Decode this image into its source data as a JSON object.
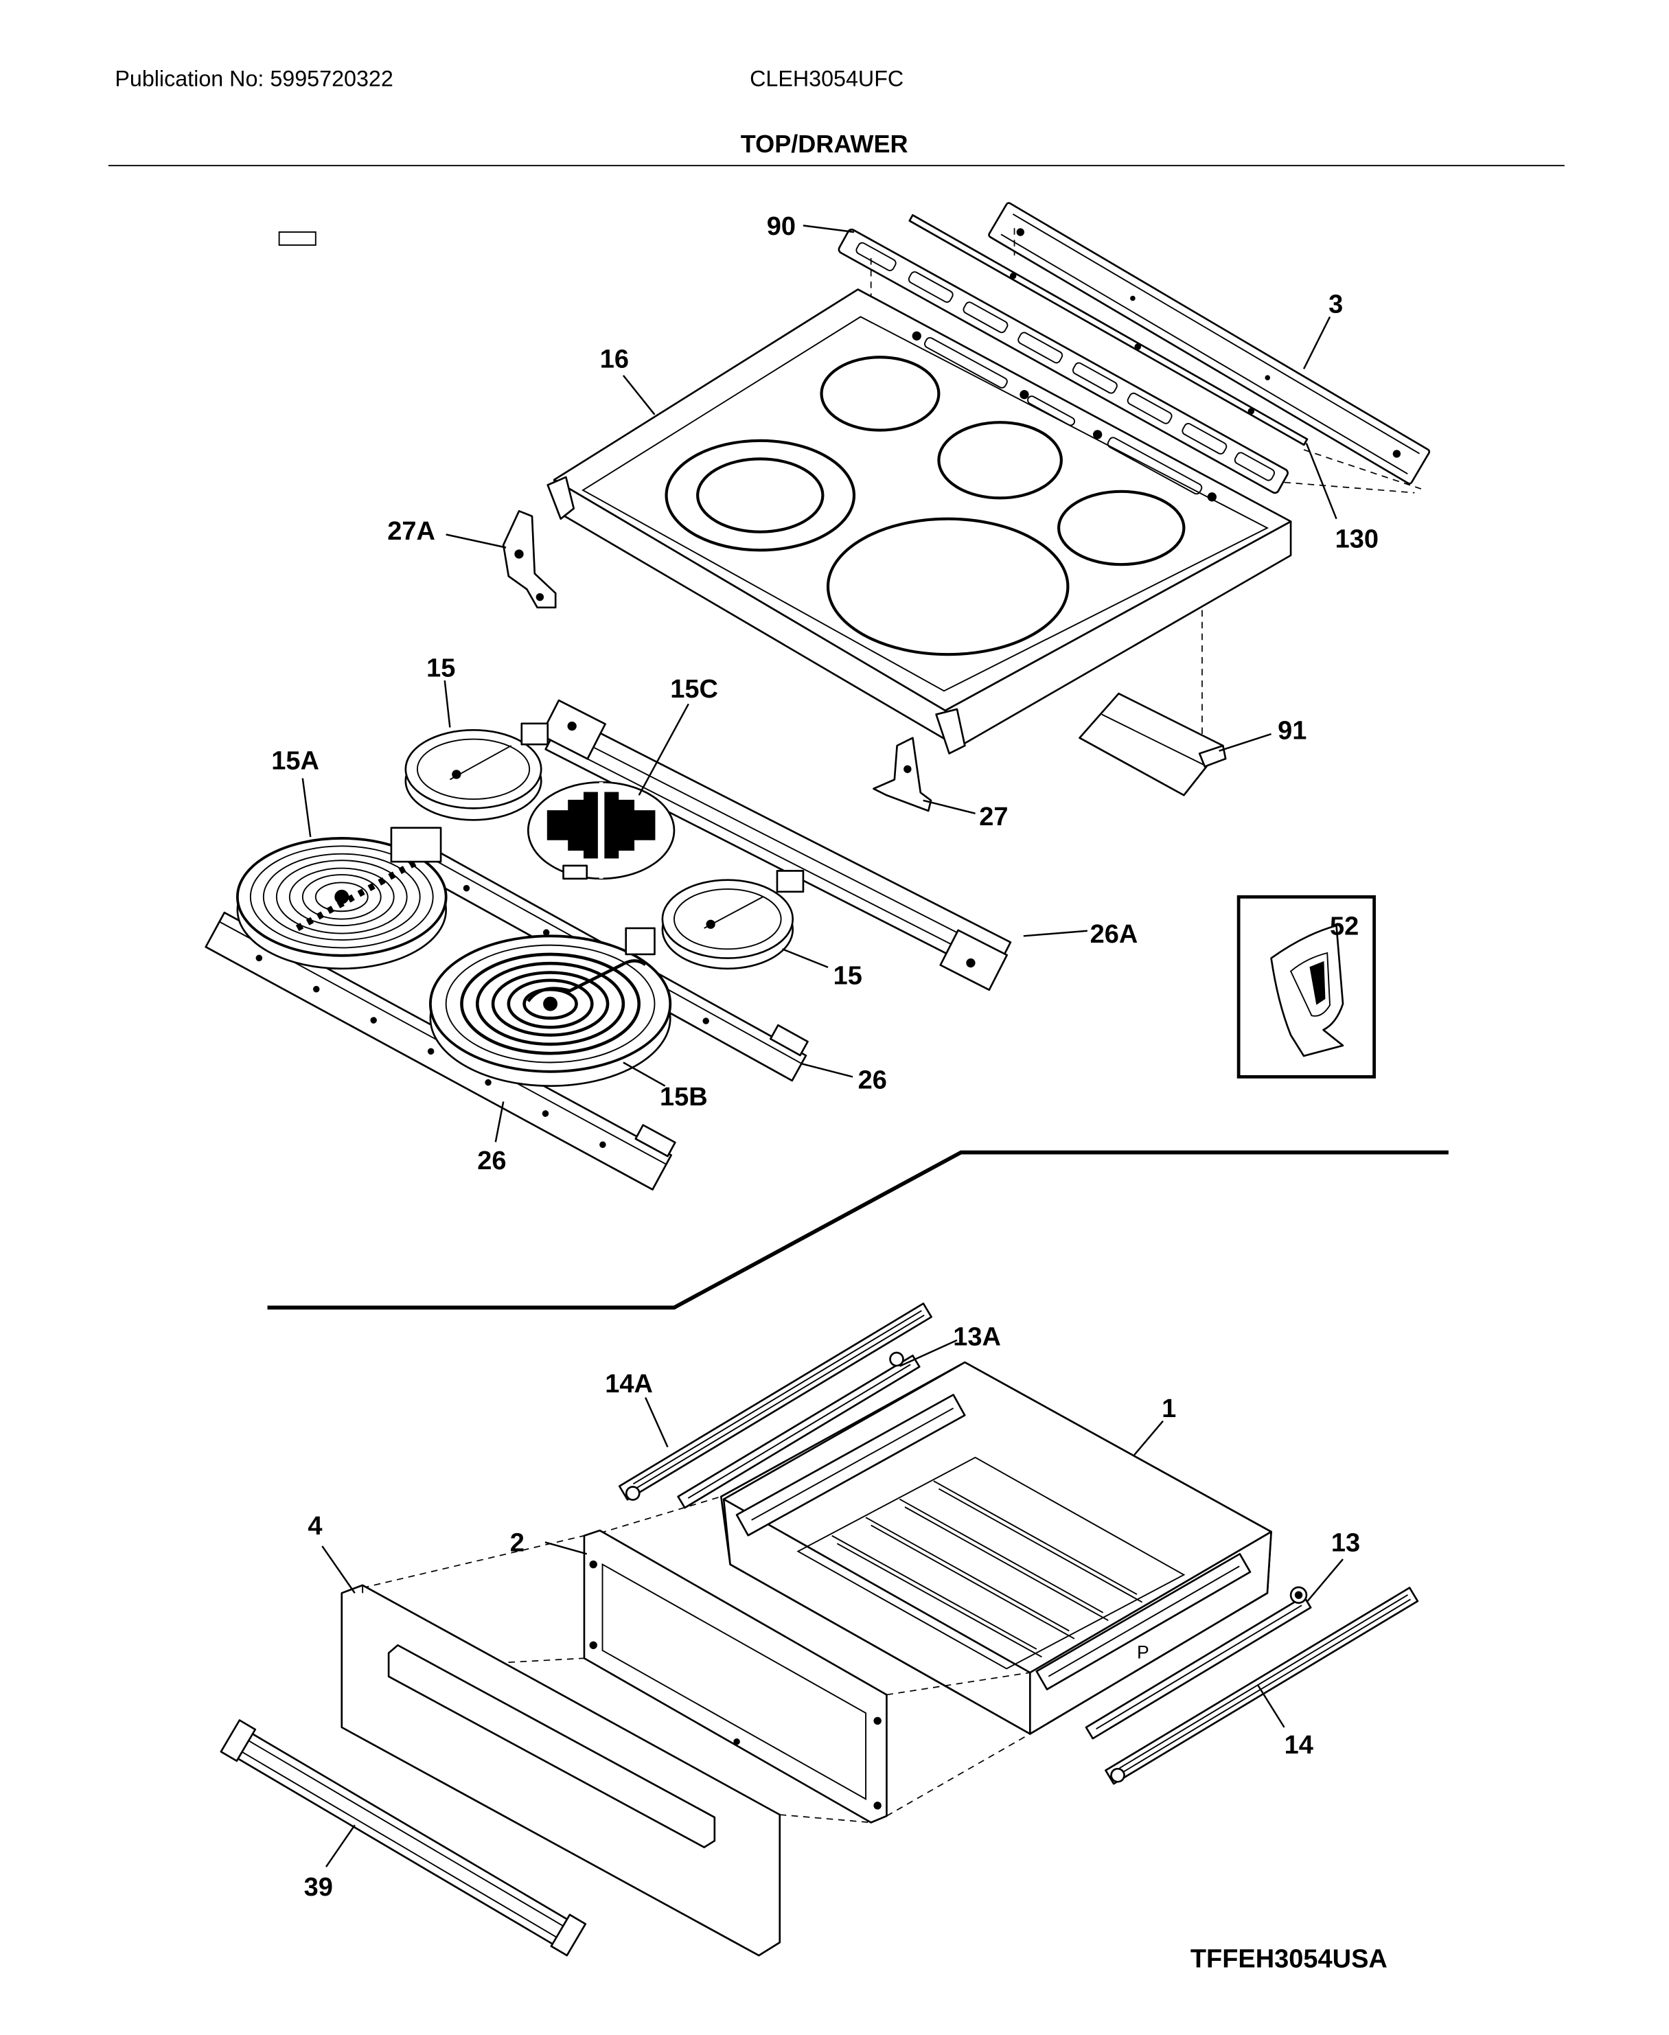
{
  "header": {
    "publication": "Publication No: 5995720322",
    "model": "CLEH3054UFC",
    "section_title": "TOP/DRAWER"
  },
  "callouts": [
    "90",
    "3",
    "16",
    "27A",
    "130",
    "15",
    "15C",
    "91",
    "15A",
    "27",
    "52",
    "26A",
    "15",
    "26",
    "15B",
    "26",
    "13A",
    "14A",
    "1",
    "4",
    "2",
    "13",
    "14",
    "39"
  ],
  "footer": {
    "diagram_code": "TFFEH3054USA"
  }
}
